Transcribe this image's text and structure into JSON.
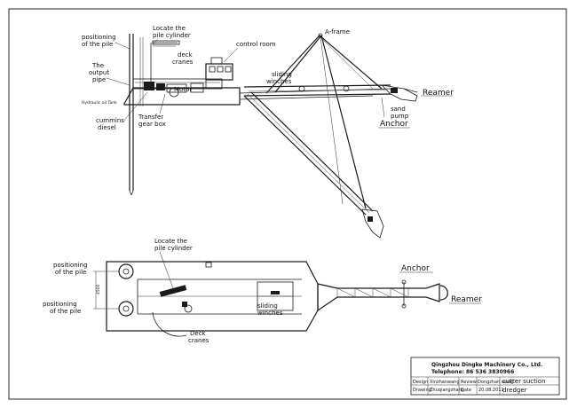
{
  "side_view": {
    "labels": {
      "positioning_pile_1": "positioning",
      "positioning_pile_2": "of the pile",
      "locate_pile_cylinder_1": "Locate the",
      "locate_pile_cylinder_2": "pile cylinder",
      "deck_cranes_1": "deck",
      "deck_cranes_2": "cranes",
      "control_room": "control room",
      "a_frame": "A-frame",
      "output_pipe_1": "The",
      "output_pipe_2": "output",
      "output_pipe_3": "pipe",
      "sliding_winches_1": "sliding",
      "sliding_winches_2": "winches",
      "motor": "Motor",
      "hydraulic_oil_tank": "Hydraulic oil Tank",
      "cummins_diesel_1": "cummins",
      "cummins_diesel_2": "diesel",
      "transfer_gear_box_1": "Transfer",
      "transfer_gear_box_2": "gear box",
      "reamer": "Reamer",
      "sand_pump_1": "sand",
      "sand_pump_2": "pump",
      "anchor": "Anchor"
    }
  },
  "plan_view": {
    "labels": {
      "positioning_pile_top_1": "positioning",
      "positioning_pile_top_2": "of the pile",
      "positioning_pile_bottom_1": "positioning",
      "positioning_pile_bottom_2": "of the pile",
      "locate_pile_cylinder_1": "Locate the",
      "locate_pile_cylinder_2": "pile cylinder",
      "dimension": "4500",
      "deck_cranes_1": "Deck",
      "deck_cranes_2": "cranes",
      "sliding_winches_1": "sliding",
      "sliding_winches_2": "winches",
      "anchor": "Anchor",
      "reamer": "Reamer"
    }
  },
  "title_block": {
    "company": "Qingzhou Dingke Machinery Co., Ltd.",
    "telephone": "Telephone: 86 536 3830966",
    "design_label": "Design",
    "design_name": "Xinzhanwang",
    "review_label": "Review",
    "review_name": "Dongzhan wang",
    "drawing_label": "Drawing",
    "drawing_name": "Zhuqiangzhang",
    "date_label": "Date",
    "date_value": "20.08.2011",
    "title_1": "cutter suction",
    "title_2": "dredger"
  }
}
